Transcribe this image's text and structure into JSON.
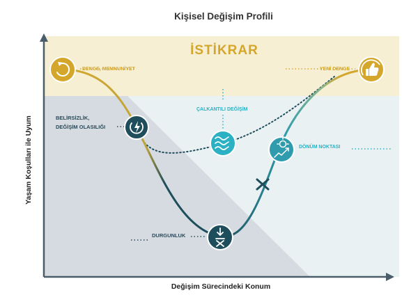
{
  "title": "Kişisel Değişim Profili",
  "band_label": "İSTİKRAR",
  "x_axis_label": "Değişim Sürecindeki Konum",
  "y_axis_label": "Yaşam Koşulları ile Uyum",
  "stages": {
    "balance": "DENGE, MEMNUNİYET",
    "uncertainty_line1": "BELİRSİZLİK,",
    "uncertainty_line2": "DEĞİŞİM OLASILIĞI",
    "turbulent": "ÇALKANTILI DEĞİŞİM",
    "turning_point": "DÖNÜM NOKTASI",
    "stagnation": "DURGUNLUK",
    "new_balance": "YENİ DENGE"
  },
  "colors": {
    "gold": "#d4a72c",
    "band": "#f6efd4",
    "grey_zone": "#d5dbe0",
    "light_zone": "#e9f1f2",
    "dark_teal": "#1e4e5c",
    "teal": "#2e9cad",
    "axis": "#4a5d6a"
  },
  "icons": [
    "refresh-icon",
    "power-icon",
    "waves-icon",
    "lightbulb-growth-icon",
    "stop-down-icon",
    "thumbs-up-icon"
  ]
}
